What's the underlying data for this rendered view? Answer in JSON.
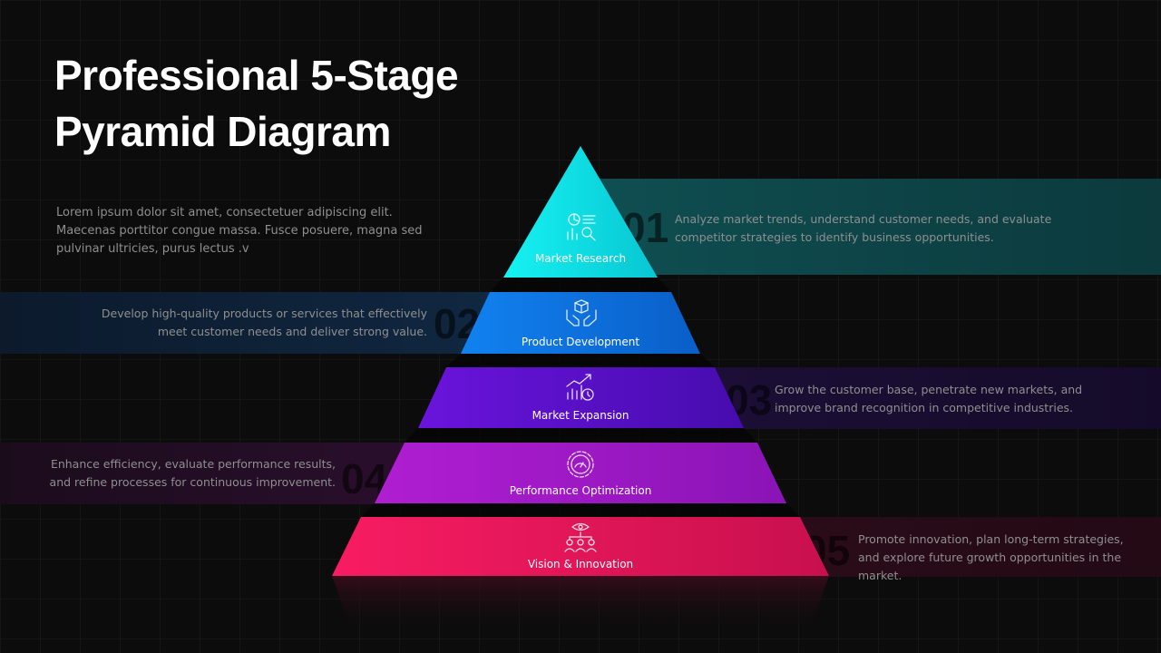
{
  "title_line1": "Professional 5-Stage",
  "title_line2": "Pyramid Diagram",
  "intro": "Lorem ipsum dolor sit amet, consectetuer adipiscing elit. Maecenas porttitor congue massa. Fusce posuere, magna sed pulvinar ultricies, purus lectus .v",
  "stages": [
    {
      "number": "01",
      "label": "Market Research",
      "icon": "research-chart-icon",
      "description": "Analyze market trends, understand customer needs, and evaluate competitor strategies to identify business opportunities.",
      "color": "#0fe0e0"
    },
    {
      "number": "02",
      "label": "Product Development",
      "icon": "hands-box-icon",
      "description": "Develop high-quality products or services that effectively meet customer needs and deliver strong value.",
      "color": "#0c72e8"
    },
    {
      "number": "03",
      "label": "Market Expansion",
      "icon": "growth-chart-icon",
      "description": "Grow the customer base, penetrate new markets, and improve brand recognition in competitive industries.",
      "color": "#5a10c8"
    },
    {
      "number": "04",
      "label": "Performance Optimization",
      "icon": "gear-gauge-icon",
      "description": "Enhance efficiency, evaluate performance results, and refine processes for continuous improvement.",
      "color": "#9d18c4"
    },
    {
      "number": "05",
      "label": "Vision & Innovation",
      "icon": "vision-network-icon",
      "description": "Promote innovation, plan long-term strategies, and explore future growth opportunities in the market.",
      "color": "#ee1a60"
    }
  ]
}
